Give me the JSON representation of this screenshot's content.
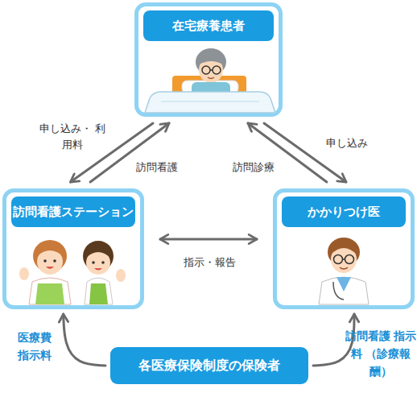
{
  "diagram": {
    "nodes": [
      {
        "text": [
          "在宅療養患者"
        ]
      },
      {
        "text": [
          "訪問看護ステーション"
        ]
      },
      {
        "text": [
          "かかりつけ医"
        ]
      },
      {
        "text": [
          "各医療保険制度の保険者"
        ]
      }
    ],
    "edges": [
      {
        "from": 0,
        "to": 1,
        "arrow": "to",
        "label": "申し込み・ 利用料"
      },
      {
        "from": 1,
        "to": 0,
        "arrow": "to",
        "label": "訪問看護"
      },
      {
        "from": 2,
        "to": 0,
        "arrow": "to",
        "label": "訪問診療"
      },
      {
        "from": 0,
        "to": 2,
        "arrow": "to",
        "label": "申し込み"
      },
      {
        "from": 1,
        "to": 2,
        "arrow": "both",
        "label": "指示・報告"
      },
      {
        "from": 3,
        "to": 1,
        "arrow": "to",
        "label": "医療費 指示料"
      },
      {
        "from": 3,
        "to": 2,
        "arrow": "to",
        "label": "訪問看護 指示料 （診療報酬）"
      }
    ]
  }
}
